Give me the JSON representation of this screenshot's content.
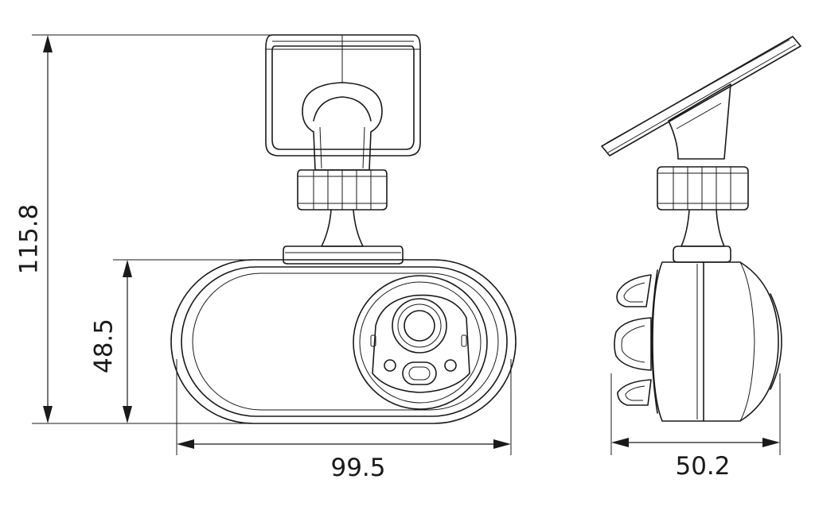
{
  "drawing": {
    "units_hint": "",
    "dimensions": {
      "total_height": "115.8",
      "body_height": "48.5",
      "body_width": "99.5",
      "body_depth": "50.2"
    },
    "colors": {
      "ink": "#1a1a1a",
      "background": "#ffffff"
    }
  }
}
